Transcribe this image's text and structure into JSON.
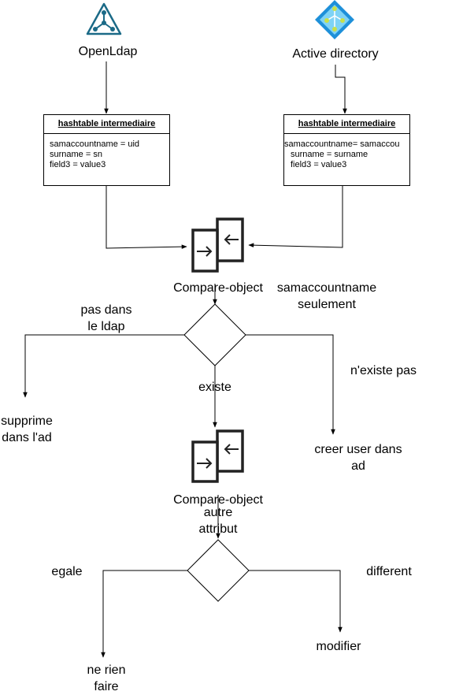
{
  "sources": {
    "openldap": {
      "label": "OpenLdap",
      "icon": "openldap-icon"
    },
    "ad": {
      "label": "Active directory",
      "icon": "azure-ad-icon"
    }
  },
  "hashtables": {
    "left": {
      "title": "hashtable intermediaire",
      "lines": [
        "samaccountname = uid",
        "surname = sn",
        "field3 = value3"
      ]
    },
    "right": {
      "title": "hashtable intermediaire",
      "lines": [
        "samaccountname= samaccou",
        "surname = surname",
        "field3 = value3"
      ]
    }
  },
  "compare1": {
    "label": "Compare-object",
    "note_line1": "samaccountname",
    "note_line2": "seulement"
  },
  "decision1": {
    "left_line1": "pas dans",
    "left_line2": "le ldap",
    "down": "existe",
    "right": "n'existe pas"
  },
  "result_delete": {
    "line1": "supprime",
    "line2": "dans l'ad"
  },
  "result_create": {
    "line1": "creer user dans",
    "line2": "ad"
  },
  "compare2": {
    "label": "Compare-object",
    "note_line1": "autre",
    "note_line2": "attribut"
  },
  "decision2": {
    "left": "egale",
    "right": "different"
  },
  "result_nothing": {
    "line1": "ne rien",
    "line2": "faire"
  },
  "result_modify": {
    "label": "modifier"
  },
  "colors": {
    "openldap": "#1b6a87",
    "ad_dark": "#1e90d9",
    "ad_light": "#7fd3f5",
    "ad_accent": "#c8e04a",
    "stroke": "#000000"
  }
}
